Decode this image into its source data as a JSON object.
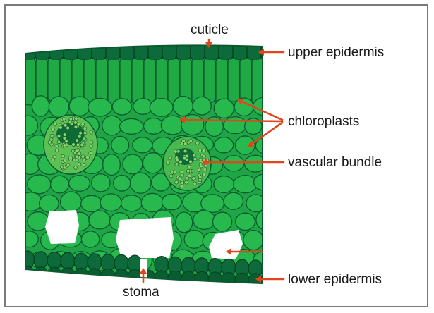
{
  "labels": {
    "cuticle": "cuticle",
    "upper_epidermis": "upper epidermis",
    "chloroplasts": "chloroplasts",
    "vascular_bundle": "vascular bundle",
    "lower_epidermis": "lower epidermis",
    "stoma": "stoma"
  },
  "colors": {
    "pointer": "#e0451b",
    "epidermis": "#0d6a3a",
    "palisade": "#1faa45",
    "spongy": "#27b84e",
    "cell_wall": "#0b5a2f",
    "vascular": "#8fd06a",
    "air_space": "#ffffff"
  }
}
